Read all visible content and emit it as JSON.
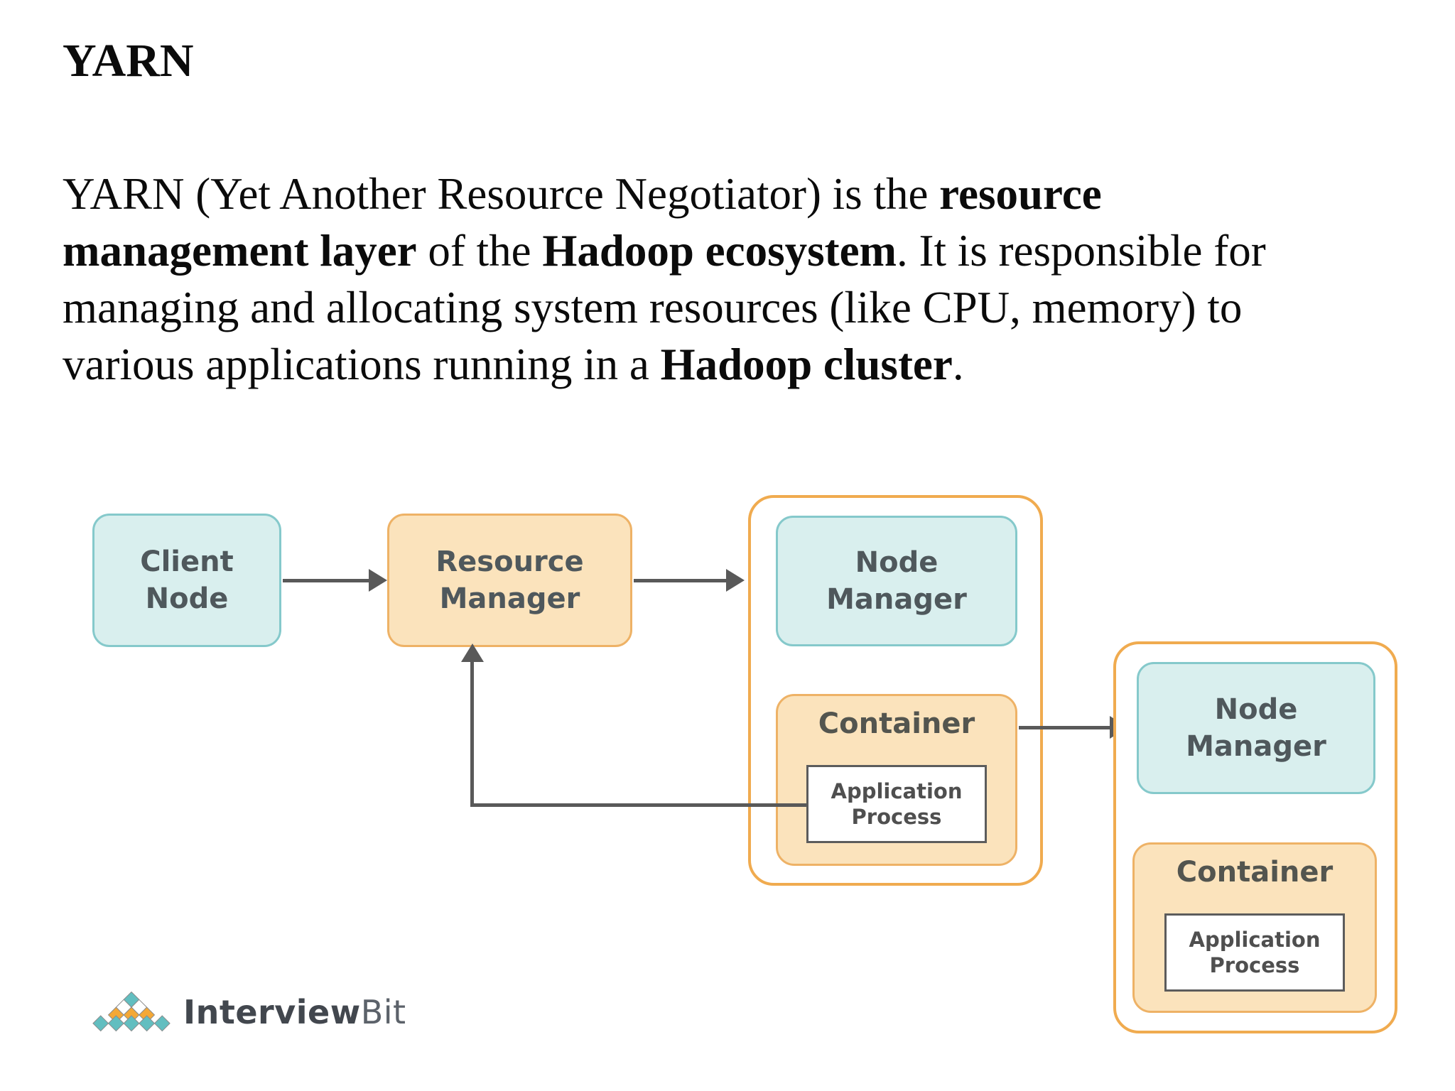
{
  "title": "YARN",
  "paragraph_lines": [
    [
      {
        "t": "YARN (Yet Another Resource Negotiator) is the "
      },
      {
        "t": "resource",
        "b": true
      }
    ],
    [
      {
        "t": "management layer",
        "b": true
      },
      {
        "t": " of the "
      },
      {
        "t": "Hadoop ecosystem",
        "b": true
      },
      {
        "t": ". It is responsible for"
      }
    ],
    [
      {
        "t": "managing and allocating system resources (like CPU, memory) to"
      }
    ],
    [
      {
        "t": "various applications running in a "
      },
      {
        "t": "Hadoop cluster",
        "b": true
      },
      {
        "t": "."
      }
    ]
  ],
  "diagram": {
    "client_node_label": "Client\nNode",
    "resource_manager_label": "Resource\nManager",
    "node_manager_1_label": "Node\nManager",
    "container_1_label": "Container",
    "app_process_1_label": "Application\nProcess",
    "node_manager_2_label": "Node\nManager",
    "container_2_label": "Container",
    "app_process_2_label": "Application\nProcess",
    "colors": {
      "teal_fill": "#d9efee",
      "teal_border": "#85c9cb",
      "orange_fill": "#fbe3bc",
      "orange_border": "#eeb266",
      "outer_border": "#f0ab4f",
      "arrow": "#595959",
      "label_text": "#4f585c"
    }
  },
  "logo": {
    "brand_bold": "Interview",
    "brand_light": "Bit",
    "teal": "#62bec0",
    "orange": "#f4a836"
  }
}
